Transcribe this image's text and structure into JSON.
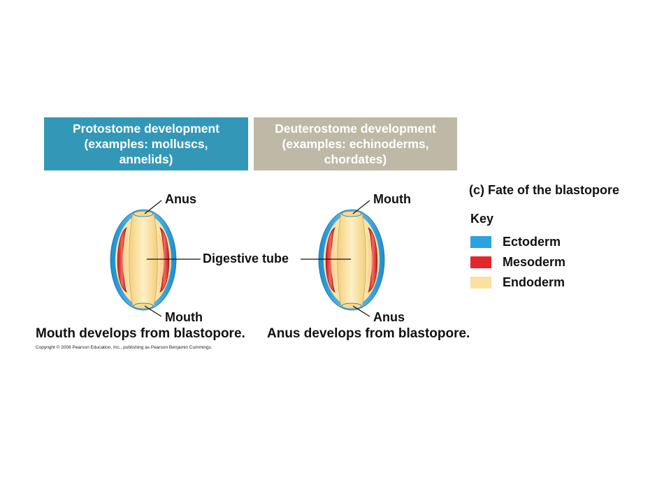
{
  "colors": {
    "protostome_header": "#3398b7",
    "deuterostome_header": "#bdb9a6",
    "ectoderm": "#2aa3df",
    "mesoderm": "#e3262b",
    "endoderm": "#fbe0a0"
  },
  "protostome": {
    "header_lines": [
      "Protostome development",
      "(examples: molluscs,",
      "annelids)"
    ],
    "top_label": "Anus",
    "bottom_label": "Mouth",
    "caption": "Mouth develops from blastopore."
  },
  "deuterostome": {
    "header_lines": [
      "Deuterostome development",
      "(examples: echinoderms,",
      "chordates)"
    ],
    "top_label": "Mouth",
    "bottom_label": "Anus",
    "caption": "Anus develops from blastopore."
  },
  "center_label": "Digestive tube",
  "copyright": "Copyright © 2008 Pearson Education, Inc., publishing as Pearson Benjamin Cummings.",
  "fate_title": "(c) Fate of the blastopore",
  "key": {
    "title": "Key",
    "items": [
      {
        "label": "Ectoderm",
        "color": "#2aa3df"
      },
      {
        "label": "Mesoderm",
        "color": "#e3262b"
      },
      {
        "label": "Endoderm",
        "color": "#fbe0a0"
      }
    ]
  }
}
